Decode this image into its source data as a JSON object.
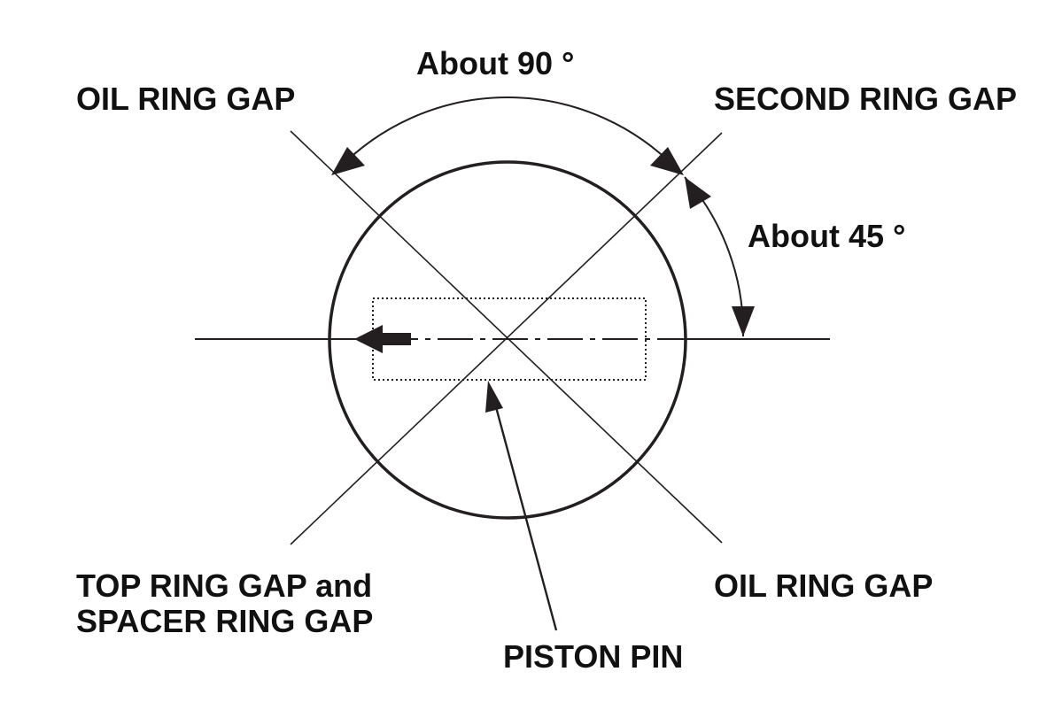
{
  "labels": {
    "oil_ring_gap_top": "OIL RING GAP",
    "second_ring_gap": "SECOND RING GAP",
    "about_90": "About 90 °",
    "about_45": "About 45 °",
    "top_ring_gap_line1": "TOP RING GAP and",
    "top_ring_gap_line2": "SPACER RING GAP",
    "oil_ring_gap_bottom": "OIL RING GAP",
    "piston_pin": "PISTON PIN"
  },
  "colors": {
    "stroke": "#231f20",
    "text": "#111111"
  }
}
